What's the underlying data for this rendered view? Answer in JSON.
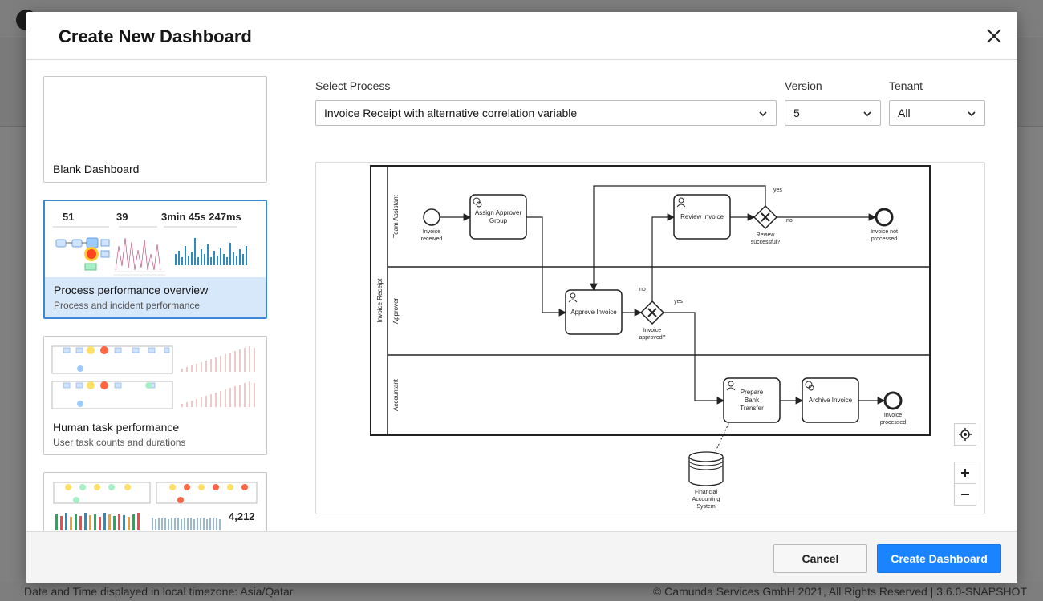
{
  "modal": {
    "title": "Create New Dashboard"
  },
  "templates": [
    {
      "title": "Blank Dashboard",
      "subtitle": ""
    },
    {
      "title": "Process performance overview",
      "subtitle": "Process and incident performance",
      "kpis": [
        "51",
        "39",
        "3min 45s 247ms"
      ]
    },
    {
      "title": "Human task performance",
      "subtitle": "User task counts and durations"
    },
    {
      "title": "",
      "subtitle": "",
      "kpis": [
        "4,212"
      ]
    }
  ],
  "form": {
    "process_label": "Select Process",
    "process_value": "Invoice Receipt with alternative correlation variable",
    "version_label": "Version",
    "version_value": "5",
    "tenant_label": "Tenant",
    "tenant_value": "All"
  },
  "diagram": {
    "pool": "Invoice Receipt",
    "lanes": [
      "Team Assistant",
      "Approver",
      "Accountant"
    ],
    "start_events": [
      [
        "Invoice",
        "received"
      ]
    ],
    "end_events": [
      [
        "Invoice not",
        "processed"
      ],
      [
        "Invoice",
        "processed"
      ]
    ],
    "tasks": [
      [
        "Assign Approver",
        "Group"
      ],
      [
        "Review Invoice"
      ],
      [
        "Approve Invoice"
      ],
      [
        "Prepare",
        "Bank",
        "Transfer"
      ],
      [
        "Archive Invoice"
      ]
    ],
    "gateways": [
      [
        "Review",
        "successful?"
      ],
      [
        "Invoice",
        "approved?"
      ]
    ],
    "flow_labels": [
      "yes",
      "no",
      "no",
      "yes"
    ],
    "data_store": [
      "Financial",
      "Accounting",
      "System"
    ]
  },
  "footer": {
    "cancel_label": "Cancel",
    "create_label": "Create Dashboard"
  },
  "page": {
    "timezone_note": "Date and Time displayed in local timezone: Asia/Qatar",
    "copyright": "© Camunda Services GmbH 2021, All Rights Reserved | 3.6.0-SNAPSHOT"
  },
  "colors": {
    "primary": "#1a83ff",
    "selected_bg": "#d7e8fa",
    "selected_border": "#3a88d6"
  }
}
